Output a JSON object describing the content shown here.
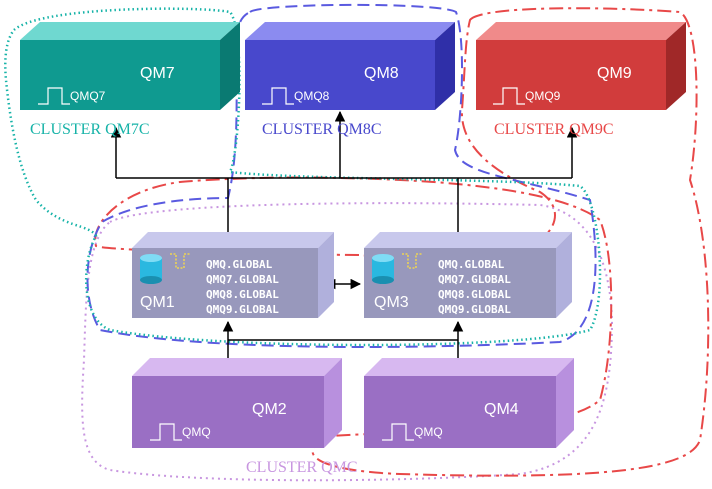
{
  "colors": {
    "qm7": "#0f9a90",
    "qm8": "#4848cc",
    "qm9": "#d13c3c",
    "gateway": "#9898bc",
    "member": "#9a6fc4",
    "cluster_qm7c": "#17b3a8",
    "cluster_qm8c": "#5a5ae0",
    "cluster_qm9c": "#e84848",
    "cluster_qmc": "#c896e0"
  },
  "queue_managers": {
    "qm7": {
      "name": "QM7",
      "queue": "QMQ7"
    },
    "qm8": {
      "name": "QM8",
      "queue": "QMQ8"
    },
    "qm9": {
      "name": "QM9",
      "queue": "QMQ9"
    },
    "qm1": {
      "name": "QM1",
      "aliases": [
        "QMQ.GLOBAL",
        "QMQ7.GLOBAL",
        "QMQ8.GLOBAL",
        "QMQ9.GLOBAL"
      ]
    },
    "qm3": {
      "name": "QM3",
      "aliases": [
        "QMQ.GLOBAL",
        "QMQ7.GLOBAL",
        "QMQ8.GLOBAL",
        "QMQ9.GLOBAL"
      ]
    },
    "qm2": {
      "name": "QM2",
      "queue": "QMQ"
    },
    "qm4": {
      "name": "QM4",
      "queue": "QMQ"
    }
  },
  "clusters": {
    "qm7c": "CLUSTER QM7C",
    "qm8c": "CLUSTER QM8C",
    "qm9c": "CLUSTER QM9C",
    "qmc": "CLUSTER QMC"
  }
}
